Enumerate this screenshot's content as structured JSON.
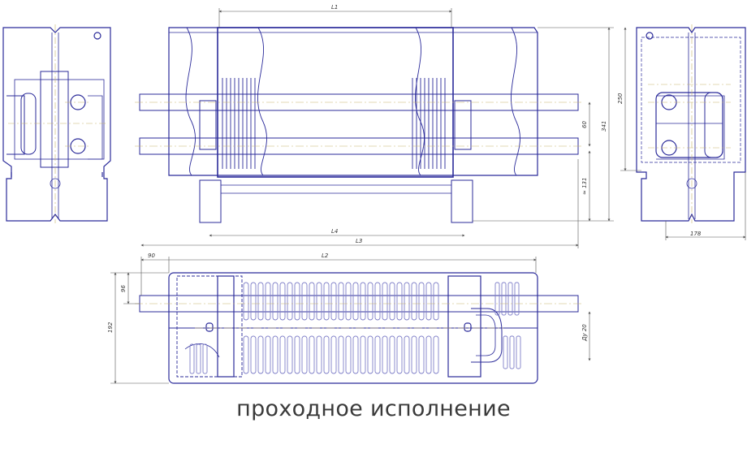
{
  "caption": "проходное исполнение",
  "colors": {
    "outline": "#2b2b9a",
    "thin_line": "#7f7fc8",
    "center_line": "#c8b46a",
    "dimension": "#555555"
  },
  "dimensions": {
    "top_view": {
      "l1": "L1",
      "l4": "L4",
      "l3": "L3",
      "d60": "60",
      "d131": "≈ 131",
      "d341": "341"
    },
    "side_view": {
      "d250": "250",
      "d178": "178"
    },
    "plan_view": {
      "l2": "L2",
      "d90": "90",
      "d96": "96",
      "d192": "192",
      "dn20": "Ду 20"
    }
  }
}
